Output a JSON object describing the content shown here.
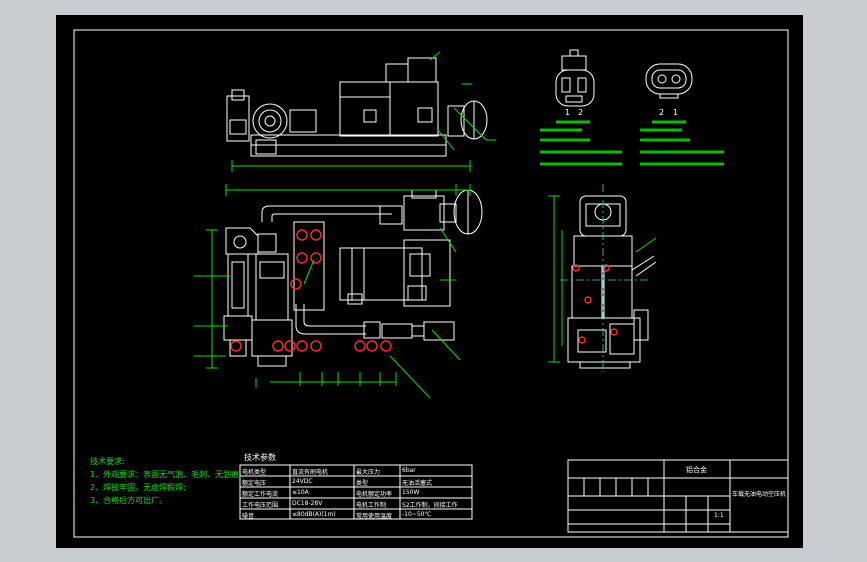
{
  "connectors": {
    "left_pins": [
      "1",
      "2"
    ],
    "right_pins": [
      "2",
      "1"
    ]
  },
  "tech_req": {
    "title": "技术要求:",
    "items": [
      "1、外观要求：表面无气泡、毛刺、无划痕;",
      "2、焊接牢固，无虚焊假焊;",
      "3、合格后方可出厂。"
    ]
  },
  "tech_params": {
    "title": "技术参数",
    "rows": [
      [
        "电机类型",
        "直流有刷电机",
        "最大压力",
        "6bar"
      ],
      [
        "额定电压",
        "24VDC",
        "类型",
        "无油活塞式"
      ],
      [
        "额定工作电流",
        "≤10A",
        "电机额定功率",
        "150W"
      ],
      [
        "工作电压范围",
        "DC18-28V",
        "电机工作制",
        "S2工作制，间接工作"
      ],
      [
        "噪音",
        "≤80dB(A)(1m)",
        "常用使用温度",
        "-10~50℃"
      ]
    ]
  },
  "title_block": {
    "material": "铝合金",
    "name": "车载无油电动空压机",
    "scale": "1:1"
  }
}
